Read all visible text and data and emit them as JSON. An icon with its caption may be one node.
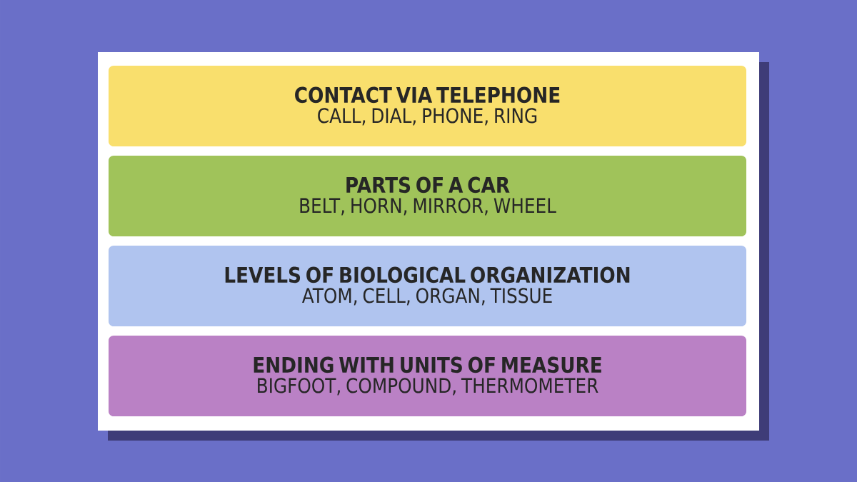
{
  "diagram": {
    "nodes": [
      {
        "text": [],
        "shape": "box"
      },
      {
        "text": [
          "CONTACT VIA TELEPHONE",
          "CALL, DIAL, PHONE, RING"
        ],
        "in": 0
      },
      {
        "text": [
          "PARTS OF A CAR",
          "BELT, HORN, MIRROR, WHEEL"
        ],
        "in": 0
      },
      {
        "text": [
          "LEVELS OF BIOLOGICAL ORGANIZATION",
          "ATOM, CELL, ORGAN, TISSUE"
        ],
        "in": 0
      },
      {
        "text": [
          "ENDING WITH UNITS OF MEASURE",
          "BIGFOOT, COMPOUND, THERMOMETER"
        ],
        "in": 0
      }
    ]
  }
}
